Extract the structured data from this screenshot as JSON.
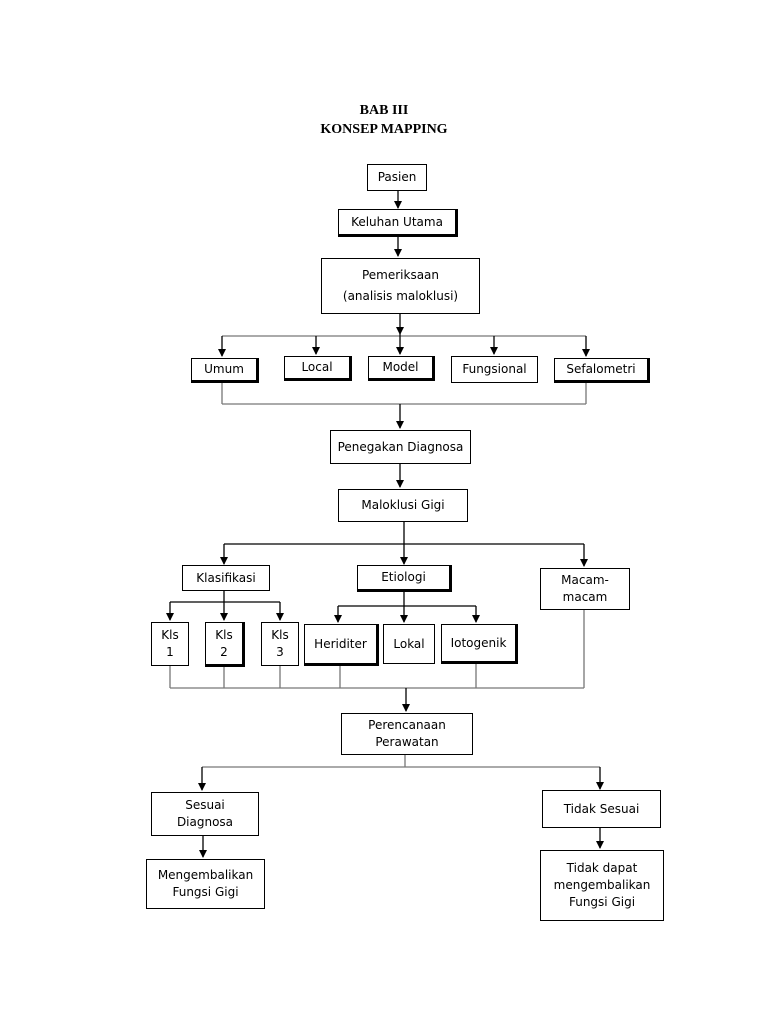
{
  "title": {
    "line1": "BAB III",
    "line2": "KONSEP MAPPING"
  },
  "nodes": {
    "pasien": "Pasien",
    "keluhan_utama": "Keluhan Utama",
    "pemeriksaan": {
      "line1": "Pemeriksaan",
      "line2": "(analisis maloklusi)"
    },
    "umum": "Umum",
    "local": "Local",
    "model": "Model",
    "fungsional": "Fungsional",
    "sefalometri": "Sefalometri",
    "penegakan_diagnosa": "Penegakan Diagnosa",
    "maloklusi_gigi": "Maloklusi Gigi",
    "klasifikasi": "Klasifikasi",
    "etiologi": "Etiologi",
    "macam_macam": {
      "line1": "Macam-",
      "line2": "macam"
    },
    "kls1": {
      "line1": "Kls",
      "line2": "1"
    },
    "kls2": {
      "line1": "Kls",
      "line2": "2"
    },
    "kls3": {
      "line1": "Kls",
      "line2": "3"
    },
    "heriditer": "Heriditer",
    "lokal": "Lokal",
    "iotogenik": "Iotogenik",
    "perencanaan_perawatan": {
      "line1": "Perencanaan",
      "line2": "Perawatan"
    },
    "sesuai_diagnosa": {
      "line1": "Sesuai",
      "line2": "Diagnosa"
    },
    "tidak_sesuai": "Tidak Sesuai",
    "mengembalikan": {
      "line1": "Mengembalikan",
      "line2": "Fungsi Gigi"
    },
    "tidak_dapat": {
      "line1": "Tidak dapat",
      "line2": "mengembalikan",
      "line3": "Fungsi Gigi"
    }
  }
}
